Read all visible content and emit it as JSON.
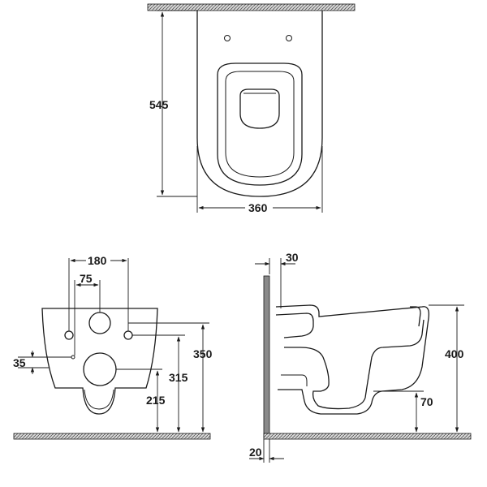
{
  "diagram": {
    "top_view": {
      "depth_label": "545",
      "width_label": "360"
    },
    "front_view": {
      "bolt_spacing_label": "180",
      "bolt_offset_label": "75",
      "inlet_offset_label": "35",
      "height_350_label": "350",
      "height_315_label": "315",
      "height_215_label": "215"
    },
    "side_view": {
      "wall_gap_label": "30",
      "floor_gap_label": "20",
      "rim_height_label": "400",
      "outlet_height_label": "70"
    },
    "colors": {
      "line": "#1a1a1a",
      "fill": "#ffffff",
      "hatch": "#777777"
    }
  }
}
